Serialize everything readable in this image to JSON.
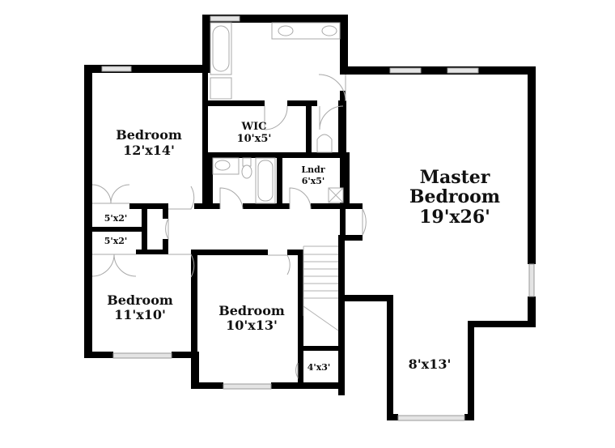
{
  "floor_plan": {
    "rooms": [
      {
        "id": "master-bedroom",
        "name": "Master",
        "name2": "Bedroom",
        "dims": "19'x26'"
      },
      {
        "id": "bedroom-1",
        "name": "Bedroom",
        "dims": "12'x14'"
      },
      {
        "id": "bedroom-2",
        "name": "Bedroom",
        "dims": "11'x10'"
      },
      {
        "id": "bedroom-3",
        "name": "Bedroom",
        "dims": "10'x13'"
      },
      {
        "id": "wic",
        "name": "WIC",
        "dims": "10'x5'"
      },
      {
        "id": "laundry",
        "name": "Lndr",
        "dims": "6'x5'"
      },
      {
        "id": "closet-1",
        "dims": "5'x2'"
      },
      {
        "id": "closet-2",
        "dims": "5'x2'"
      },
      {
        "id": "closet-3",
        "dims": "4'x3'"
      },
      {
        "id": "sitting-area",
        "dims": "8'x13'"
      }
    ]
  }
}
